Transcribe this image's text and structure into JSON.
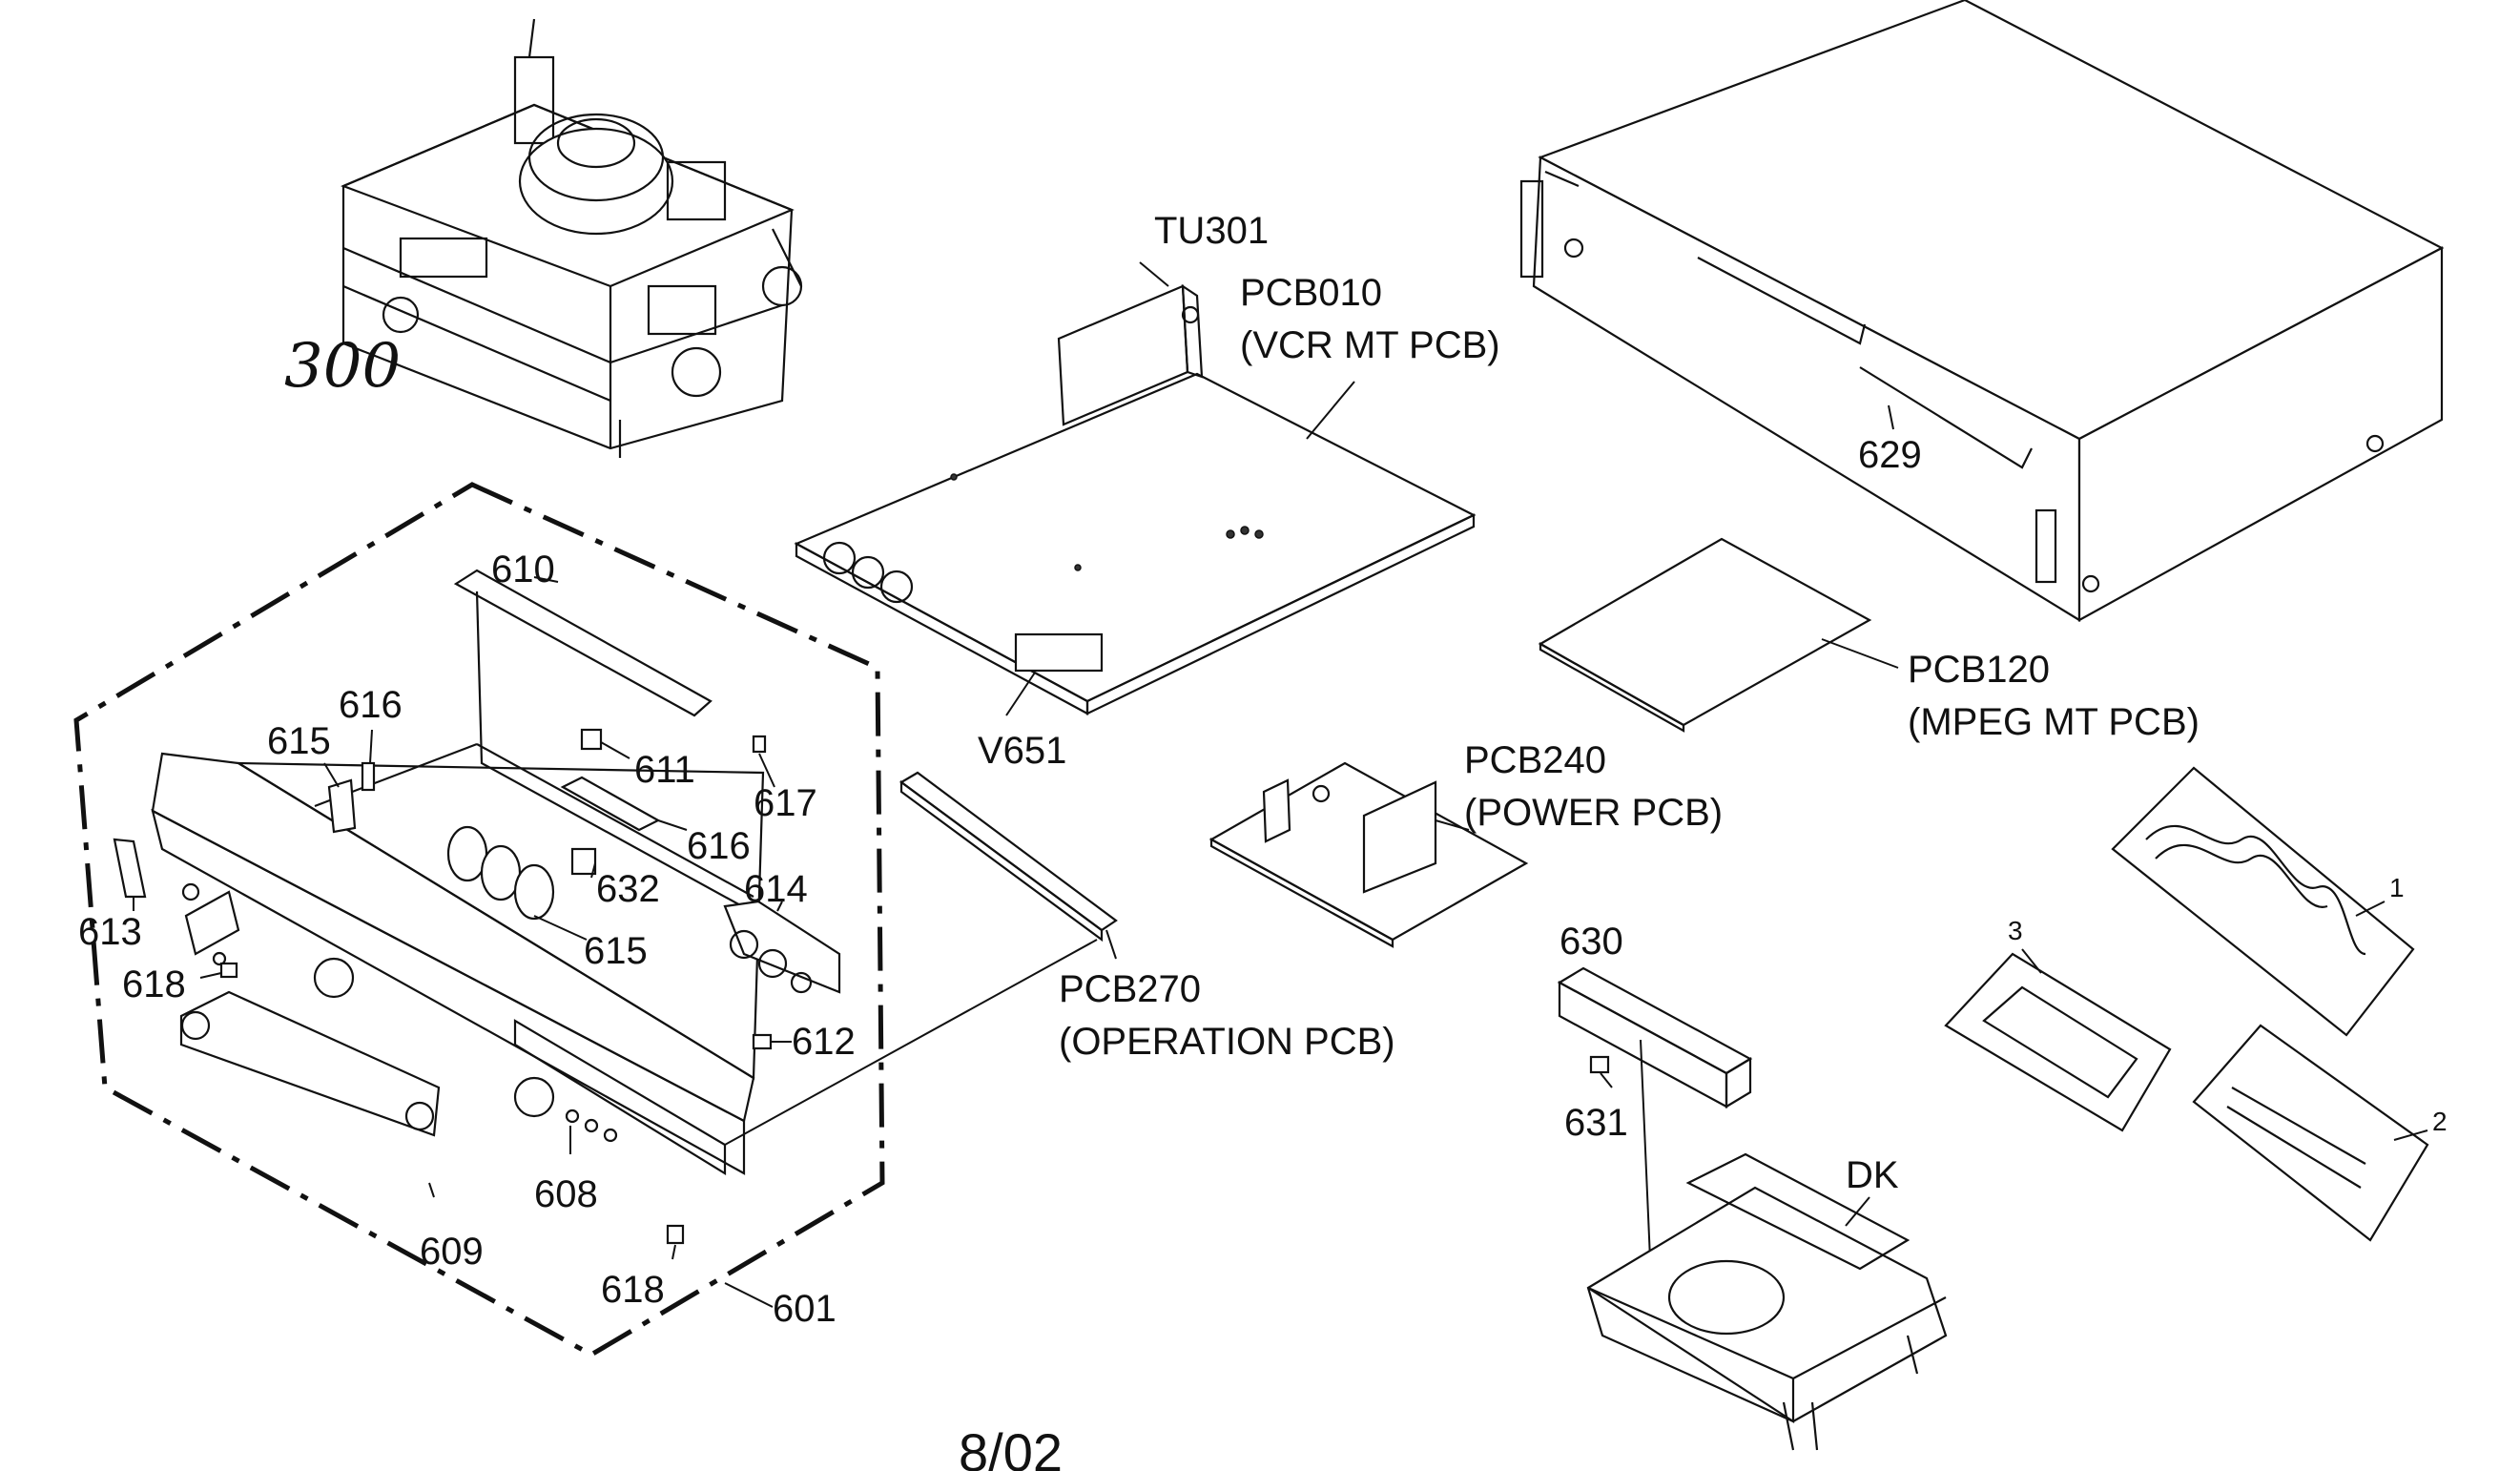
{
  "labels": {
    "mechanism": "300",
    "tuner": "TU301",
    "vcr_pcb_id": "PCB010",
    "vcr_pcb_name": "(VCR MT PCB)",
    "cabinet": "629",
    "mpeg_pcb_id": "PCB120",
    "mpeg_pcb_name": "(MPEG MT PCB)",
    "p610": "610",
    "p616a": "616",
    "p615a": "615",
    "p611": "611",
    "p617": "617",
    "p616b": "616",
    "p632": "632",
    "p614": "614",
    "p613": "613",
    "p615b": "615",
    "p618a": "618",
    "p612": "612",
    "p608": "608",
    "p609": "609",
    "p618b": "618",
    "p601": "601",
    "v651": "V651",
    "op_pcb_id": "PCB270",
    "op_pcb_name": "(OPERATION PCB)",
    "power_pcb_id": "PCB240",
    "power_pcb_name": "(POWER PCB)",
    "p630": "630",
    "p631": "631",
    "dk": "DK",
    "acc1": "1",
    "acc2": "2",
    "acc3": "3",
    "date": "8/02"
  }
}
